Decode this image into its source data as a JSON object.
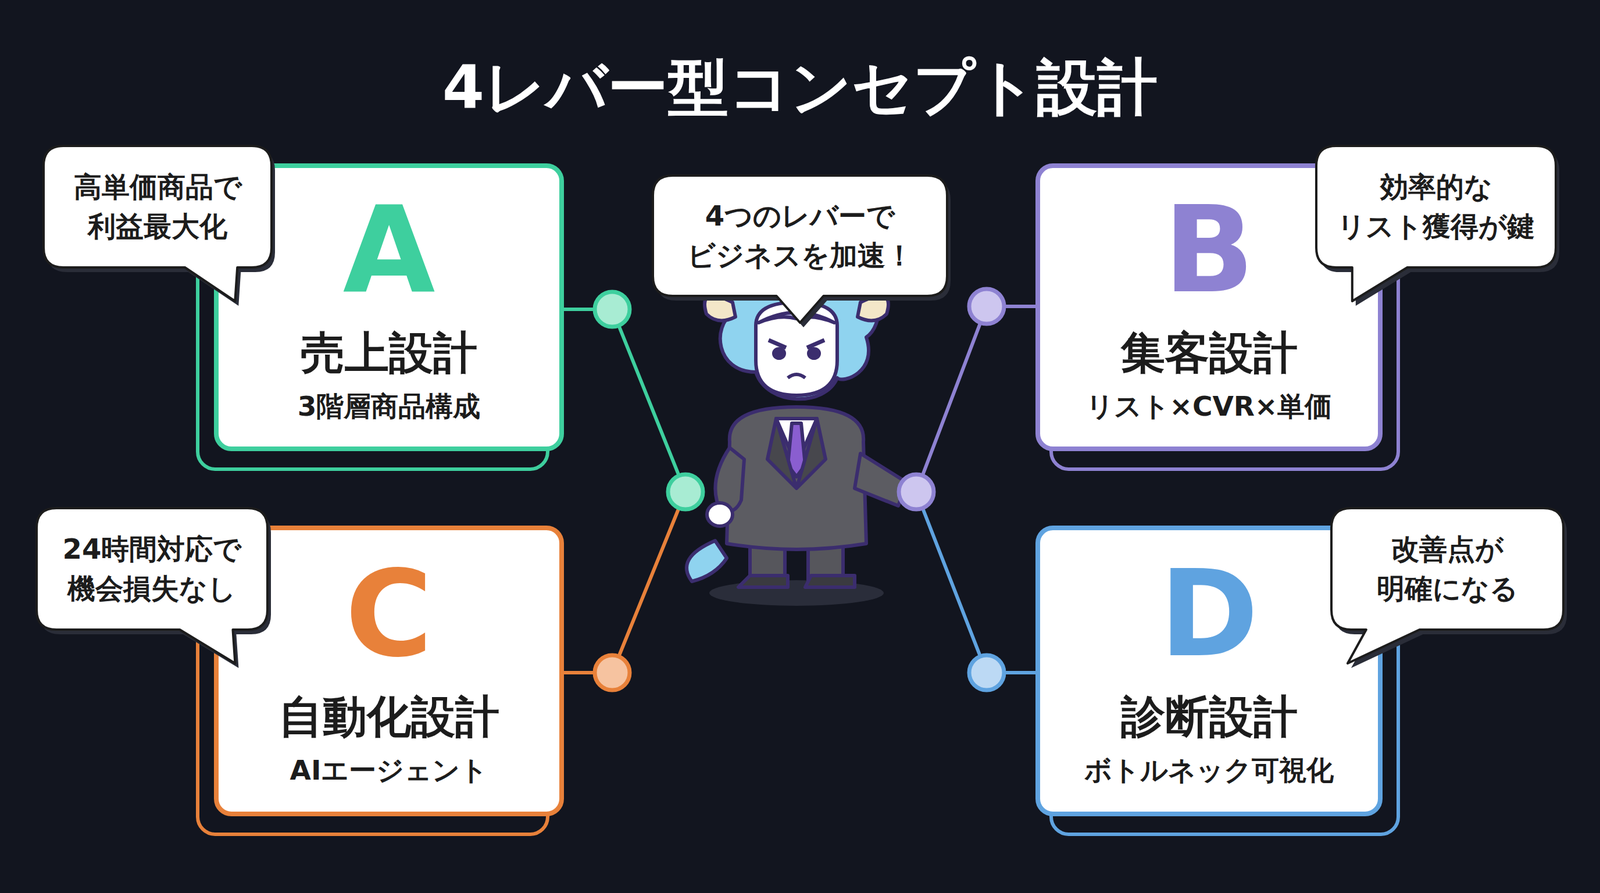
{
  "diagram": {
    "title": "4レバー型コンセプト設計",
    "nodes": [
      {
        "text": [
          "高単価商品で 利益最大化"
        ]
      },
      {
        "text": [
          "A",
          "売上設計",
          "3階層商品構成"
        ]
      },
      {
        "text": [
          "4つのレバーで ビジネスを加速！"
        ]
      },
      {
        "text": [
          "効率的な リスト獲得が鍵"
        ]
      },
      {
        "text": [
          "B",
          "集客設計",
          "リスト×CVR×単価"
        ]
      },
      {
        "text": [
          "24時間対応で 機会損失なし"
        ]
      },
      {
        "text": [
          "C",
          "自動化設計",
          "AIエージェント"
        ]
      },
      {
        "text": [
          "改善点が 明確になる"
        ]
      },
      {
        "text": [
          "D",
          "診断設計",
          "ボトルネック可視化"
        ]
      }
    ]
  }
}
